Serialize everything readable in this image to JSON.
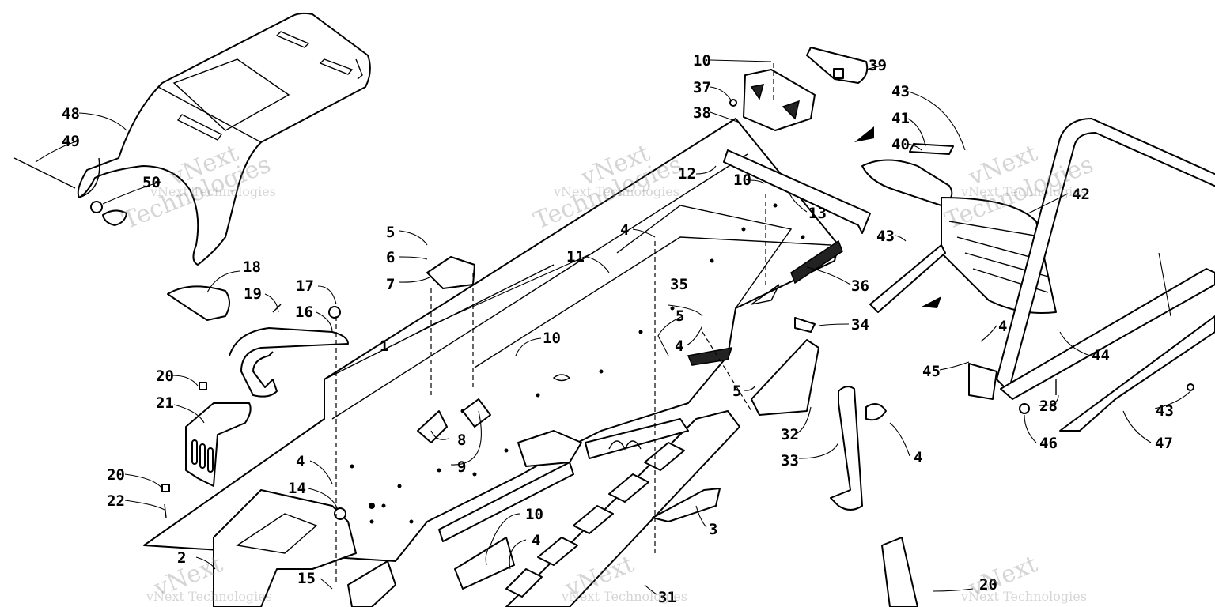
{
  "callouts": {
    "c1": "1",
    "c2": "2",
    "c3": "3",
    "c4a": "4",
    "c4b": "4",
    "c4c": "4",
    "c4d": "4",
    "c4e": "4",
    "c4f": "4",
    "c5a": "5",
    "c5b": "5",
    "c5c": "5",
    "c6": "6",
    "c7": "7",
    "c8": "8",
    "c9": "9",
    "c10a": "10",
    "c10b": "10",
    "c10c": "10",
    "c10d": "10",
    "c11": "11",
    "c12": "12",
    "c13": "13",
    "c14": "14",
    "c15": "15",
    "c16": "16",
    "c17": "17",
    "c18": "18",
    "c19": "19",
    "c20a": "20",
    "c20b": "20",
    "c20c": "20",
    "c21": "21",
    "c22": "22",
    "c28": "28",
    "c31": "31",
    "c32": "32",
    "c33": "33",
    "c34": "34",
    "c35": "35",
    "c36": "36",
    "c37": "37",
    "c38": "38",
    "c39": "39",
    "c40": "40",
    "c41": "41",
    "c42": "42",
    "c43a": "43",
    "c43b": "43",
    "c43c": "43",
    "c44": "44",
    "c45": "45",
    "c46": "46",
    "c47": "47",
    "c48": "48",
    "c49": "49",
    "c50": "50"
  },
  "watermarks": {
    "brand": "vNext",
    "company": "vNext Technologies",
    "company_word": "Technologies"
  },
  "colors": {
    "ink": "#000000",
    "paper": "#ffffff",
    "watermark": "#8a8a8a"
  }
}
